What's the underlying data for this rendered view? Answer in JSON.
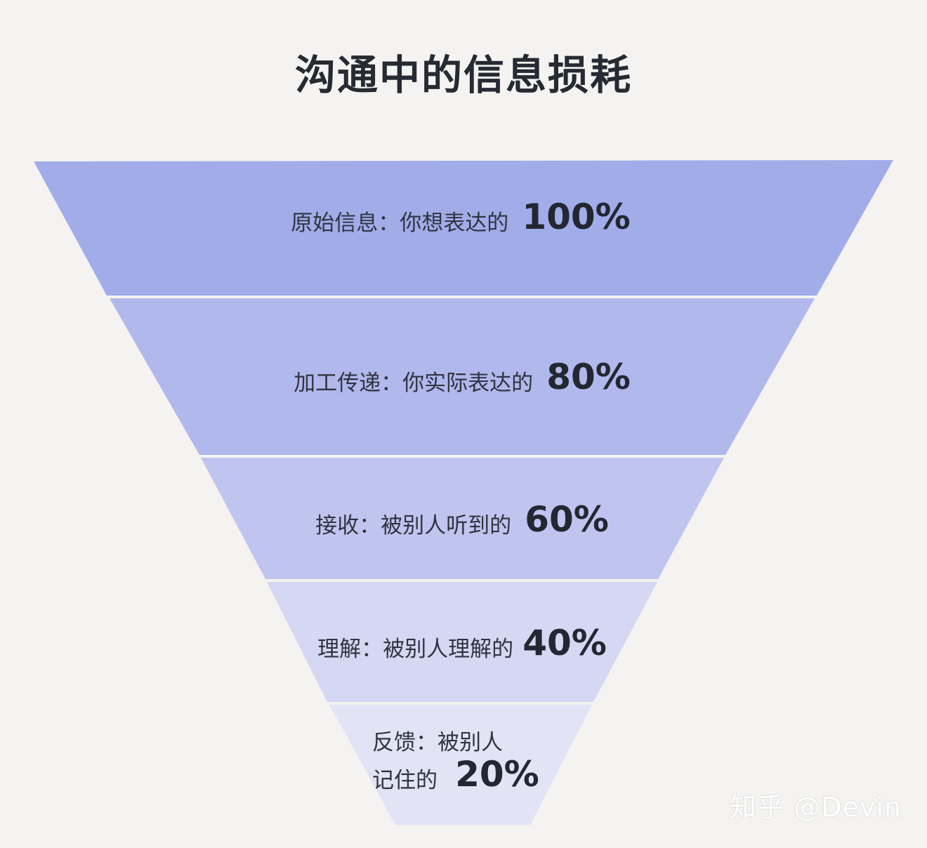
{
  "title": "沟通中的信息损耗",
  "layers": [
    {
      "desc": "原始信息：你想表达的",
      "pct": "100%",
      "color": "#a2ace9"
    },
    {
      "desc": "加工传递：你实际表达的",
      "pct": "80%",
      "color": "#b0b8ec"
    },
    {
      "desc": "接收：被别人听到的",
      "pct": "60%",
      "color": "#bfc5ef"
    },
    {
      "desc": "理解：被别人理解的",
      "pct": "40%",
      "color": "#d4d8f3"
    },
    {
      "desc_line1": "反馈：被别人",
      "desc_line2": "记住的",
      "pct": "20%",
      "color": "#e2e4f6"
    }
  ],
  "watermark": "知乎 @Devin"
}
